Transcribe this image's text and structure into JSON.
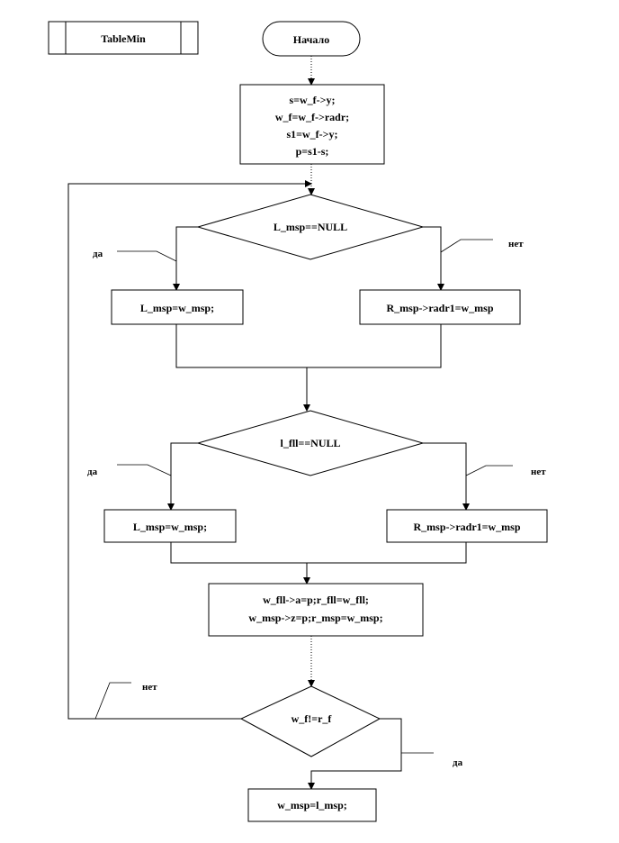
{
  "procedure_name": "TableMin",
  "start": "Начало",
  "init_block": [
    "s=w_f->y;",
    "w_f=w_f->radr;",
    "s1=w_f->y;",
    "p=s1-s;"
  ],
  "decision1": {
    "condition": "L_msp==NULL",
    "yes_label": "да",
    "no_label": "нет",
    "yes_action": "L_msp=w_msp;",
    "no_action": "R_msp->radr1=w_msp"
  },
  "decision2": {
    "condition": "l_fll==NULL",
    "yes_label": "да",
    "no_label": "нет",
    "yes_action": "L_msp=w_msp;",
    "no_action": "R_msp->radr1=w_msp"
  },
  "assign_block": [
    "w_fll->a=p;r_fll=w_fll;",
    "w_msp->z=p;r_msp=w_msp;"
  ],
  "decision3": {
    "condition": "w_f!=r_f",
    "no_label": "нет",
    "yes_label": "да"
  },
  "end_action": "w_msp=l_msp;",
  "colors": {
    "stroke": "#000000",
    "background": "#ffffff"
  }
}
